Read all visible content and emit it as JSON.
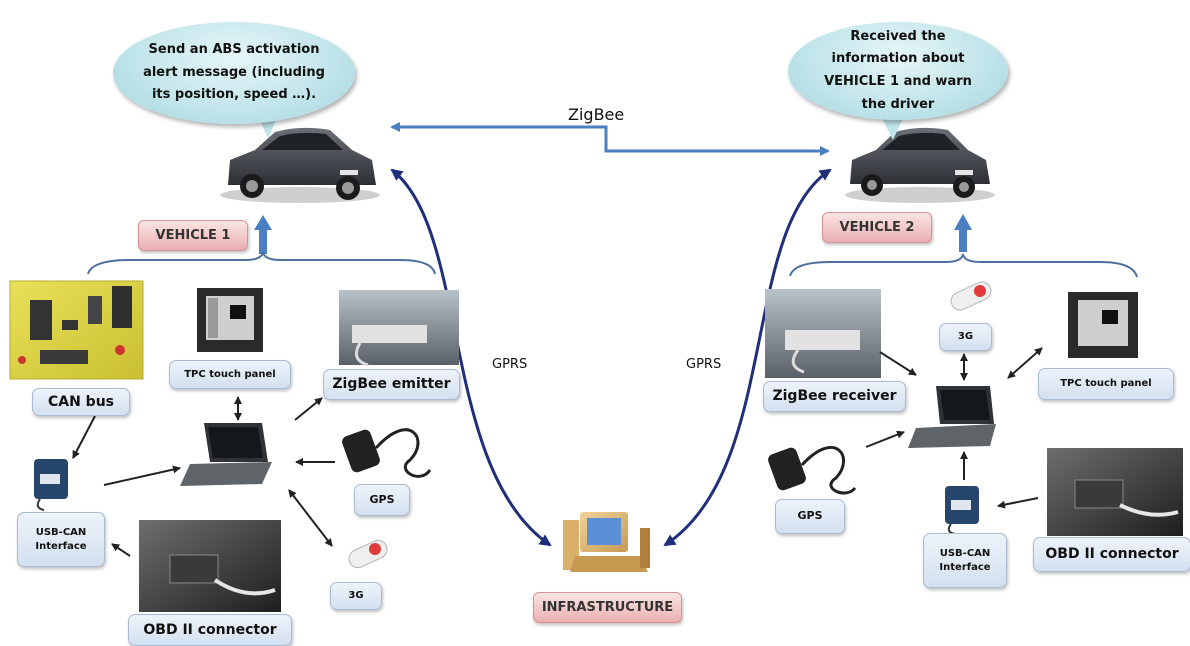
{
  "bubble_left": "Send an ABS activation alert message (including its position, speed …).",
  "bubble_right": "Received the information about VEHICLE 1 and warn the driver",
  "zigbee": "ZigBee",
  "gprs": "GPRS",
  "vehicle1": "VEHICLE 1",
  "vehicle2": "VEHICLE 2",
  "infrastructure": "INFRASTRUCTURE",
  "left": {
    "can_bus": "CAN bus",
    "tpc": "TPC touch panel",
    "zigbee_emitter": "ZigBee emitter",
    "usb_can": "USB-CAN Interface",
    "gps": "GPS",
    "g3": "3G",
    "obd": "OBD II connector"
  },
  "right": {
    "g3": "3G",
    "zigbee_receiver": "ZigBee receiver",
    "tpc": "TPC touch panel",
    "gps": "GPS",
    "usb_can": "USB-CAN Interface",
    "obd": "OBD II connector"
  },
  "colors": {
    "arrow_blue": "#4a7fc1",
    "arrow_navy": "#1f2f7a",
    "bracket": "#4f6f9f"
  }
}
